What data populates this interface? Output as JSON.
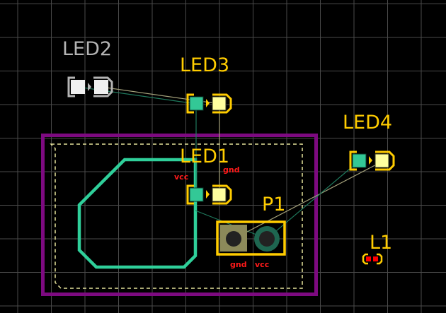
{
  "colors": {
    "background": "#000000",
    "grid": "#4a4a4a",
    "board_outline": "#7d0a80",
    "keepout": "#e6e29a",
    "silk_selected": "#ffcc00",
    "silk_unselected": "#b4b4b4",
    "copper_trace": "#2fcf9a",
    "ratsnest_vcc": "#1f7a5e",
    "ratsnest_gnd": "#a3a07a",
    "pad_vcc": "#33c896",
    "pad_gnd": "#ffff9e",
    "pad_grey": "#f0f0f0",
    "header_gnd_pad": "#8c8a5a",
    "header_vcc_pad": "#1e6650",
    "net_label": "#ff1a1a",
    "l1_pad": "#ff0000"
  },
  "components": [
    {
      "ref": "LED2",
      "type": "led",
      "state": "unselected"
    },
    {
      "ref": "LED3",
      "type": "led",
      "state": "placed"
    },
    {
      "ref": "LED1",
      "type": "led",
      "state": "placed",
      "pin_nets": [
        "vcc",
        "gnd"
      ]
    },
    {
      "ref": "LED4",
      "type": "led",
      "state": "placed"
    },
    {
      "ref": "P1",
      "type": "header-2pin",
      "state": "placed",
      "pin_nets": [
        "gnd",
        "vcc"
      ]
    },
    {
      "ref": "L1",
      "type": "smd-0402",
      "state": "placed"
    }
  ],
  "nets": [
    "vcc",
    "gnd"
  ]
}
